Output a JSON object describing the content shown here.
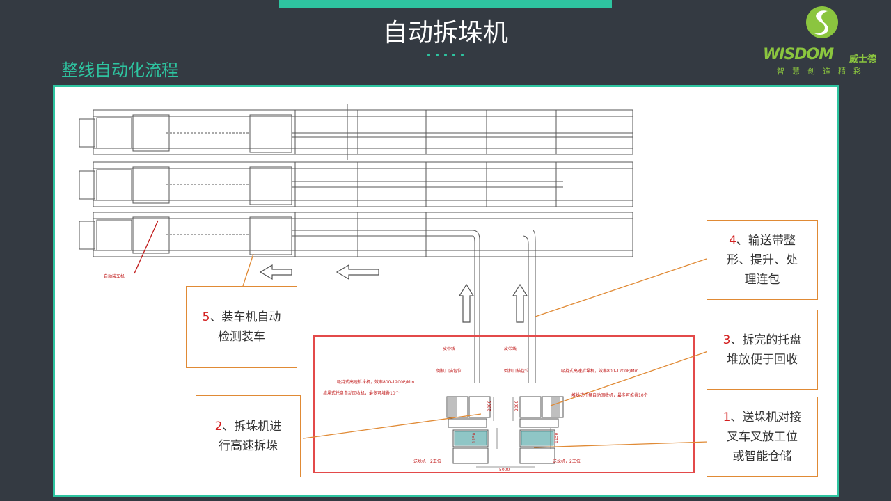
{
  "header": {
    "title": "自动拆垛机",
    "subtitle": "整线自动化流程"
  },
  "logo": {
    "wordmark": "WISDOM",
    "cn_name": "威士德",
    "slogan": "智慧创造精彩"
  },
  "callouts": [
    {
      "num": "1",
      "line1": "、送垛机对接",
      "line2": "叉车叉放工位",
      "line3": "或智能仓储"
    },
    {
      "num": "2",
      "line1": "、拆垛机进",
      "line2": "行高速拆垛"
    },
    {
      "num": "3",
      "line1": "、拆完的托盘",
      "line2": "堆放便于回收"
    },
    {
      "num": "4",
      "line1": "、输送带整",
      "line2": "形、提升、处",
      "line3": "理连包"
    },
    {
      "num": "5",
      "line1": "、装车机自动",
      "line2": "检测装车"
    }
  ],
  "drawing_labels": {
    "loader": "自动装车机",
    "belt_left": "皮带线",
    "belt_right": "皮带线",
    "grab_left": "倒扒口描包位",
    "grab_right": "倒扒口描包位",
    "depal_left": "吸持式高速拆垛机，效率800-1200P/Min",
    "depal_right": "吸持式高速拆垛机，效率800-1200P/Min",
    "pallet_left": "堆垛式托盘自动回收机，最多可堆叠10个",
    "pallet_right": "堆垛式托盘自动回收机，最多可堆叠10个",
    "feeder_left": "送垛机，2工位",
    "feeder_right": "送垛机，2工位",
    "dim_2000_left": "2000",
    "dim_2000_right": "2000",
    "dim_1150_left": "1150",
    "dim_1150_right": "1150",
    "dim_5000": "5000"
  },
  "colors": {
    "accent": "#2ec4a0",
    "background": "#343a42",
    "callout_border": "#e08a35",
    "callout_number": "#d32020",
    "logo_green": "#8bc53f",
    "annotation_red": "#c01818"
  }
}
